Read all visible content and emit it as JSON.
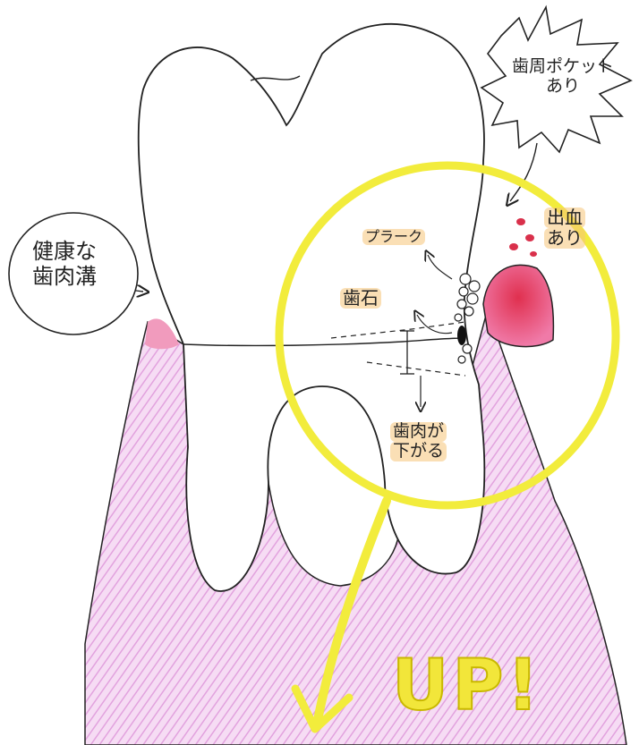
{
  "labels": {
    "healthy_sulcus": [
      "健康な",
      "歯肉溝"
    ],
    "periodontal_pocket": [
      "歯周ポケット",
      "あり"
    ],
    "bleeding": [
      "出血",
      "あり"
    ],
    "plaque": "プラーク",
    "tartar": "歯石",
    "gum_recession": [
      "歯肉が",
      "下がる"
    ],
    "up": "UP!"
  },
  "colors": {
    "highlight_ring": "#f2ec3c",
    "gum_pink": "#e9a6e6",
    "gum_red": "#e0304f",
    "label_highlight": "#f6c478",
    "line": "#222222"
  }
}
